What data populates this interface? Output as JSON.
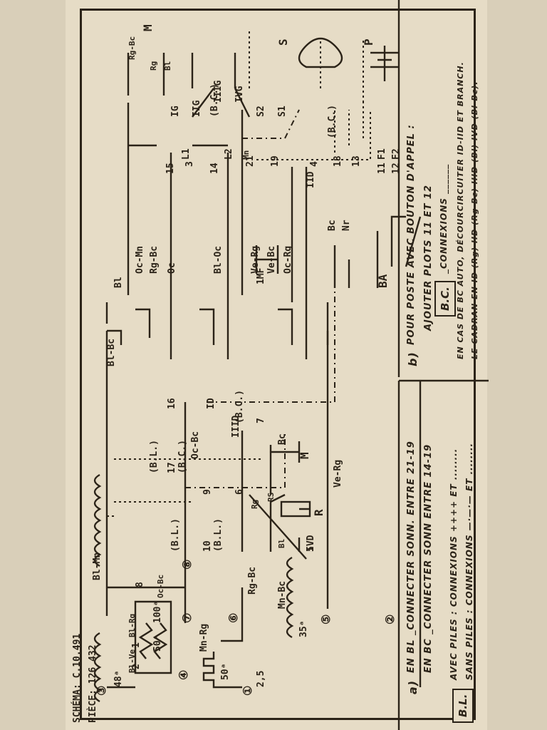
{
  "footer": {
    "schema": "SCHÉMA: C.10.491",
    "piece": "PIÈCE: 126 432"
  },
  "wires": {
    "bl_mn": "Bl-Mn",
    "mn_rg": "Mn-Rg",
    "rg_bc": "Rg-Bc",
    "mn_bc": "Mn-Bc",
    "ve_rg": "Ve-Rg",
    "oc_bc": "Oc-Bc",
    "bl_bc": "Bl-Bc",
    "bl": "Bl",
    "oc_mn": "Oc-Mn",
    "rg_bc2": "Rg-Bc",
    "oc": "Oc",
    "bl_oc": "Bl-Oc",
    "ve_rg2": "Ve-Rg",
    "ve_bc": "Ve-Bc",
    "oc_rg": "Oc-Rg",
    "bc": "Bc",
    "nr": "Nr",
    "bc_m": "Bc",
    "bl_rs": "Bl",
    "rg_rs": "Rg",
    "rg_top": "Rg-Bc",
    "rg_m": "Rg",
    "bl_m": "Bl"
  },
  "coils": {
    "c48": "48ᵃ",
    "c50": "50ᵃ",
    "c100": "100ᵃ",
    "c50b": "50ᵃ",
    "c2_5": "2,5",
    "c35": "35ᵃ",
    "bl_ve": "Bl-Ve",
    "bl_rg": "Bl-Rg",
    "oc_bc_c": "Oc-Bc"
  },
  "terminals": {
    "t1": "①",
    "t2": "②",
    "t3": "③",
    "t4": "④",
    "t5": "⑤",
    "t6": "⑥",
    "t7": "⑦",
    "t8": "⑧",
    "n1": "1",
    "n2": "2",
    "n8": "8",
    "n5": "5",
    "n6": "6",
    "n7": "7",
    "n9": "9",
    "n10": "10",
    "n16": "16",
    "n17": "17",
    "n15": "15",
    "n14": "14",
    "n3": "3",
    "n4": "4",
    "n18": "18",
    "n13": "13",
    "n11": "11",
    "n12": "12",
    "n19": "19",
    "n21": "21"
  },
  "labels": {
    "bl_paren": "(B.L.)",
    "bl_paren2": "(B.L.)",
    "bl_paren3": "(B.L.)",
    "bc_paren": "(B.C.)",
    "bc_paren2": "(B.C.)",
    "bc_paren3": "(B.C.)",
    "bc_paren4": "(B.C.)",
    "id": "ID",
    "iid": "IID",
    "iiid": "IIID",
    "ivd": "IVD",
    "ig": "IG",
    "iig": "IIG",
    "iiig": "IIIG",
    "ivg": "IVG",
    "l1": "L1",
    "l2": "L2",
    "s1": "S1",
    "s2": "S2",
    "s": "S",
    "p": "P",
    "m": "M",
    "m2": "M",
    "r": "R",
    "rs": "RS",
    "mf": "1MF",
    "ba": "BA",
    "f1": "F1",
    "f2": "F2",
    "mn": "Mn"
  },
  "notes": {
    "a_letter": "a)",
    "a1": "EN BL _CONNECTER SONN. ENTRE 21-19",
    "a2": "EN BC _CONNECTER SONN ENTRE 14-19",
    "b_letter": "b)",
    "b1": "POUR POSTE AVEC BOUTON D'APPEL :",
    "b2": "AJOUTER PLOTS 11 ET 12",
    "bl_box": "B.L.",
    "bl_line1": "AVEC PILES : CONNEXIONS ++++ ET ........",
    "bl_line2": "SANS PILES : CONNEXIONS —·—·— ET ........",
    "bc_box": "B.C.",
    "bc_line0": "_CONNEXIONS ______",
    "bc_line1": "EN CAS DE BC AUTO, DÉCOURCIRCUITER ID-IID ET BRANCH.",
    "bc_line2": "LE CADRAN EN ID (Rg) IID (Rg-Bc) IIID (Bl) IVD (Bl-Bc)."
  }
}
